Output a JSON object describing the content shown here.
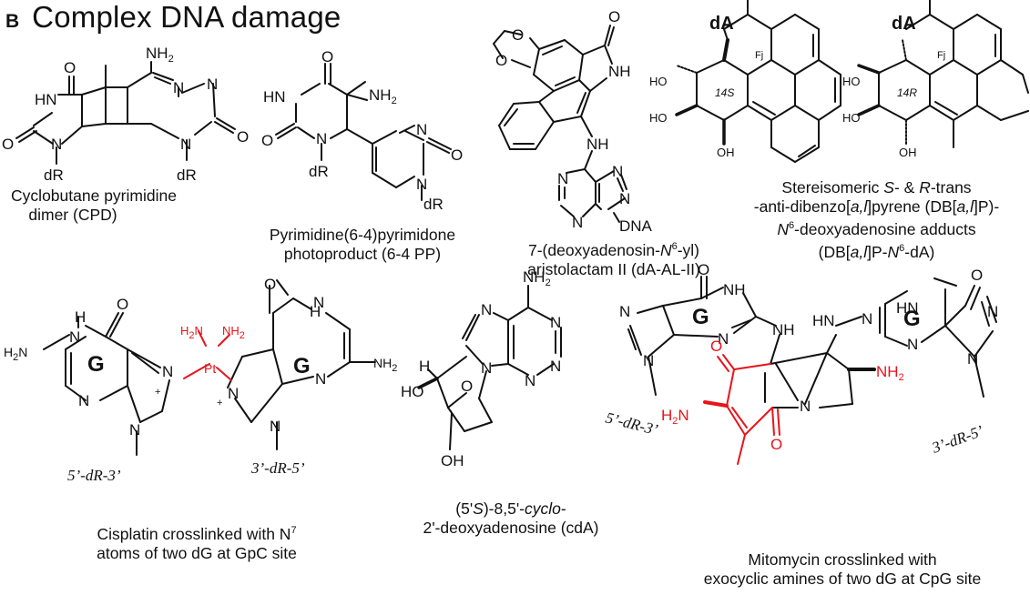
{
  "panel_letter": "B",
  "title": "Complex DNA damage",
  "colors": {
    "ink": "#111111",
    "highlight": "#e8141b"
  },
  "atom_labels": {
    "NH2": "NH",
    "sub2": "2",
    "HN": "HN",
    "NH": "NH",
    "N": "N",
    "O": "O",
    "dR": "dR",
    "DNA": "DNA",
    "HO": "HO",
    "OH": "OH",
    "H": "H",
    "H2N": "H",
    "G": "G",
    "Pt": "Pt",
    "plus": "+",
    "dA": "dA",
    "Fj": "Fj",
    "s14S": "14S",
    "s14R": "14R",
    "dR35": "5’-dR-3’",
    "dR53": "3’-dR-5’"
  },
  "captions": {
    "cpd": [
      "Cyclobutane pyrimidine",
      "dimer (CPD)"
    ],
    "pp64": [
      "Pyrimidine(6-4)pyrimidone",
      "photoproduct (6-4 PP)"
    ],
    "al": {
      "l1a": "7-(deoxyadenosin-",
      "l1b": "N",
      "l1c": "6",
      "l1d": "-yl)",
      "l2": "aristolactam II (dA-AL-II)"
    },
    "db": {
      "l1a": "Stereisomeric ",
      "l1b": "S",
      "l1c": "- & ",
      "l1d": "R",
      "l1e": "-trans",
      "l2a": "-anti-dibenzo[",
      "l2b": "a,l",
      "l2c": "]pyrene (DB[",
      "l2d": "a,l",
      "l2e": "]P)-",
      "l3a": "N",
      "l3b": "6",
      "l3c": "-deoxyadenosine adducts",
      "l4a": "(DB[",
      "l4b": "a,l",
      "l4c": "]P-",
      "l4d": "N",
      "l4e": "6",
      "l4f": "-dA)"
    },
    "cis": {
      "l1a": "Cisplatin crosslinked with N",
      "l1b": "7",
      "l2": "atoms of two dG at GpC site"
    },
    "cda": {
      "l1a": "(5'",
      "l1b": "S",
      "l1c": ")-8,5'-",
      "l1d": "cyclo",
      "l1e": "-",
      "l2": "2'-deoxyadenosine (cdA)"
    },
    "mito": [
      "Mitomycin crosslinked with",
      "exocyclic amines of two dG at CpG site"
    ]
  }
}
